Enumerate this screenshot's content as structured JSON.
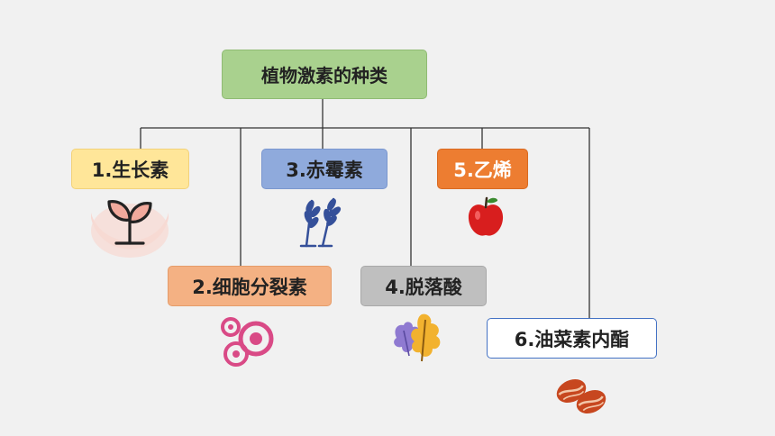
{
  "diagram": {
    "root": {
      "label": "植物激素的种类"
    },
    "nodes": [
      {
        "label": "1.生长素",
        "icon": "sprout-icon"
      },
      {
        "label": "2.细胞分裂素",
        "icon": "cell-division-icon"
      },
      {
        "label": "3.赤霉素",
        "icon": "wheat-icon"
      },
      {
        "label": "4.脱落酸",
        "icon": "leaves-icon"
      },
      {
        "label": "5.乙烯",
        "icon": "apple-icon"
      },
      {
        "label": "6.油菜素内酯",
        "icon": "beans-icon"
      }
    ]
  },
  "colors": {
    "root": "#a9d18e",
    "node1": "#ffe699",
    "node2": "#f4b183",
    "node3": "#8faadc",
    "node4": "#bfbfbf",
    "node5": "#ed7d31",
    "node6_border": "#4472c4"
  }
}
